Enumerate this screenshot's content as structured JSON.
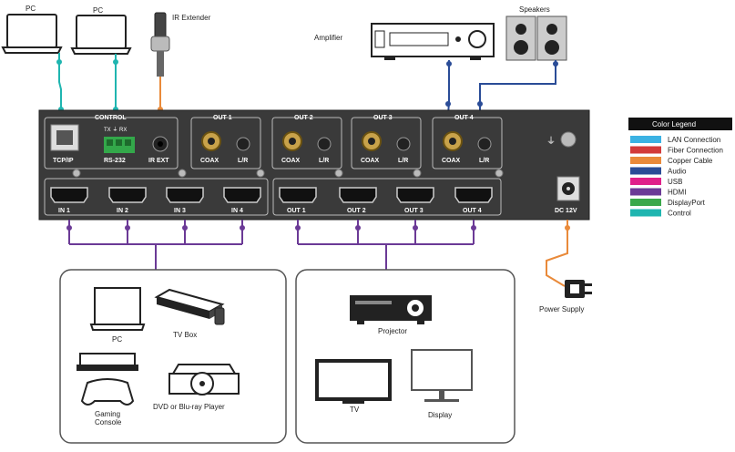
{
  "sources": {
    "pc1": "PC",
    "pc2": "PC",
    "ir_extender": "IR Extender"
  },
  "audio": {
    "amplifier": "Amplifier",
    "speakers": "Speakers"
  },
  "panel": {
    "control_title": "CONTROL",
    "txrx": "TX ⏚ RX",
    "tcpip": "TCP/IP",
    "rs232": "RS-232",
    "ir_ext": "IR EXT",
    "out_groups": [
      "OUT 1",
      "OUT 2",
      "OUT 3",
      "OUT 4"
    ],
    "coax": "COAX",
    "lr": "L/R",
    "hdmi_in": [
      "IN 1",
      "IN 2",
      "IN 3",
      "IN 4"
    ],
    "hdmi_out": [
      "OUT 1",
      "OUT 2",
      "OUT 3",
      "OUT 4"
    ],
    "dc": "DC 12V"
  },
  "power_supply": "Power Supply",
  "input_devices": {
    "pc": "PC",
    "tvbox": "TV Box",
    "console": "Gaming Console",
    "player": "DVD or Blu-ray Player"
  },
  "output_devices": {
    "projector": "Projector",
    "tv": "TV",
    "display": "Display"
  },
  "legend": {
    "title": "Color Legend",
    "items": [
      {
        "label": "LAN Connection",
        "color": "#3bb2e3"
      },
      {
        "label": "Fiber Connection",
        "color": "#d23a3a"
      },
      {
        "label": "Copper Cable",
        "color": "#e98a3a"
      },
      {
        "label": "Audio",
        "color": "#2a4c97"
      },
      {
        "label": "USB",
        "color": "#e0208a"
      },
      {
        "label": "HDMI",
        "color": "#6b3a96"
      },
      {
        "label": "DisplayPort",
        "color": "#3aa84a"
      },
      {
        "label": "Control",
        "color": "#1fb5b0"
      }
    ]
  },
  "colors": {
    "control": "#1fb5b0",
    "copper": "#e98a3a",
    "audio": "#2a4c97",
    "hdmi": "#6b3a96"
  }
}
